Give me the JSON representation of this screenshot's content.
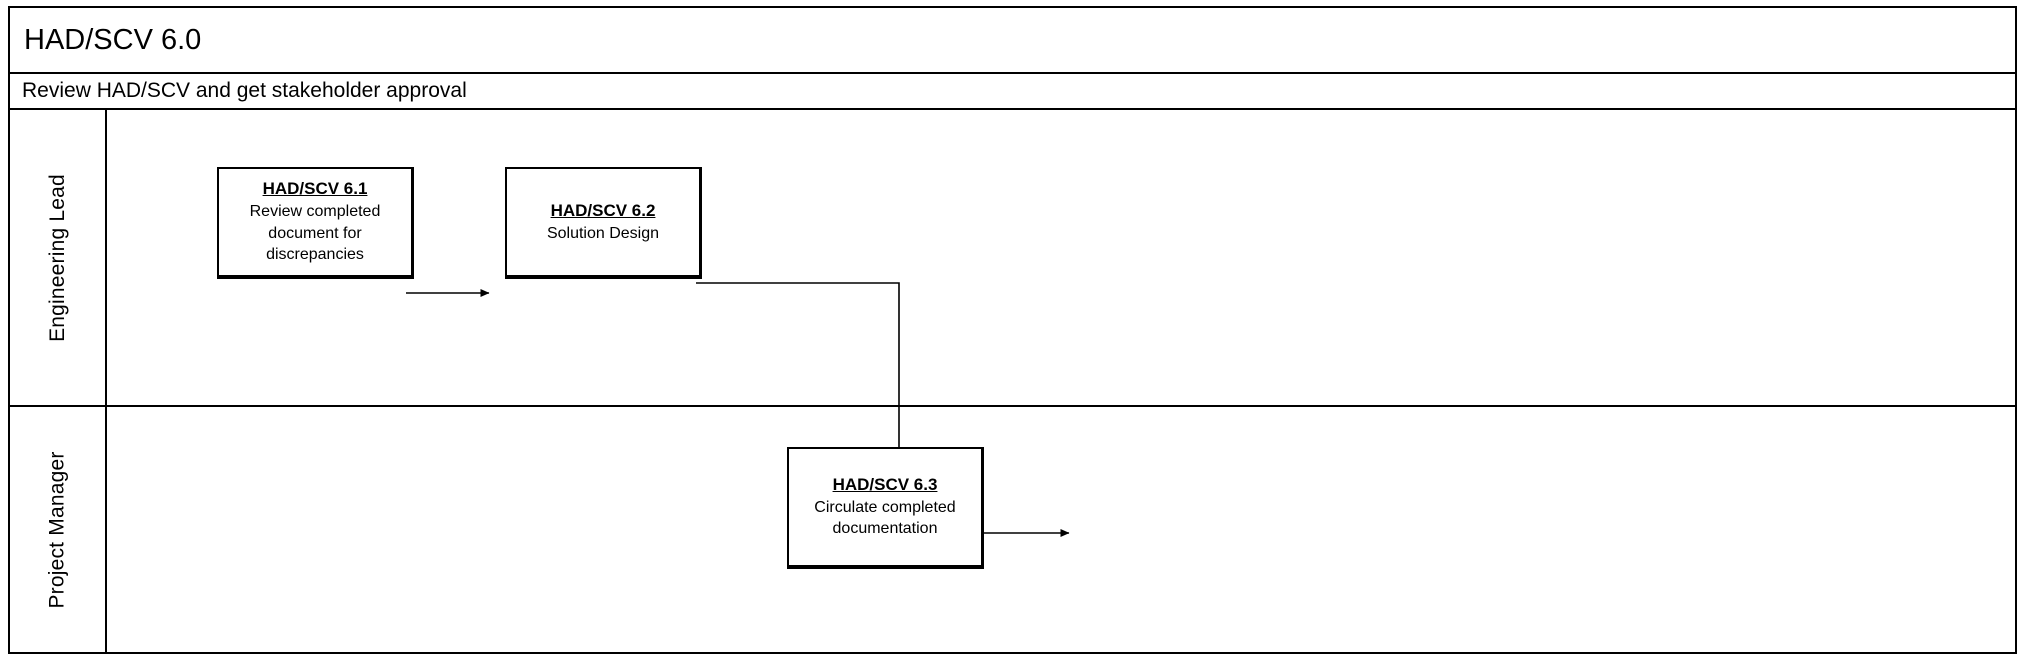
{
  "diagram": {
    "title": "HAD/SCV 6.0",
    "subtitle": "Review HAD/SCV and get stakeholder approval",
    "background_color": "#ffffff",
    "line_color": "#000000"
  },
  "lanes": [
    {
      "id": "engineering-lead",
      "label": "Engineering Lead"
    },
    {
      "id": "project-manager",
      "label": "Project Manager"
    }
  ],
  "boxes": [
    {
      "id": "HAD/SCV 6.1",
      "desc": "Review completed document  for discrepancies",
      "lane": "engineering-lead"
    },
    {
      "id": "HAD/SCV 6.2",
      "desc": "Solution Design",
      "lane": "engineering-lead"
    },
    {
      "id": "HAD/SCV 6.3",
      "desc": "Circulate completed documentation",
      "lane": "project-manager"
    }
  ],
  "connectors": [
    {
      "from": "HAD/SCV 6.1",
      "to": "HAD/SCV 6.2",
      "style": "straight-arrow"
    },
    {
      "from": "HAD/SCV 6.2",
      "to": "HAD/SCV 6.3",
      "style": "orthogonal-arrow"
    }
  ]
}
